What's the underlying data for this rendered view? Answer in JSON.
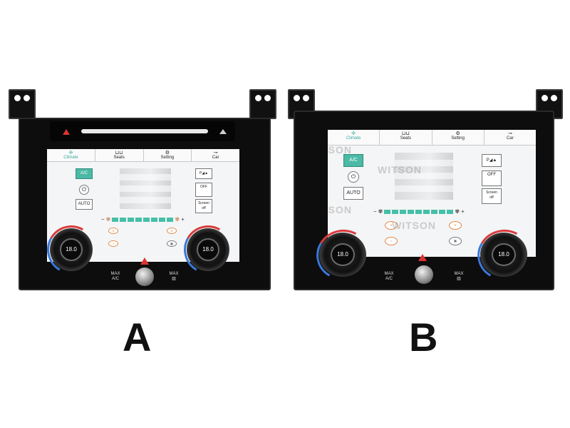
{
  "panels": [
    {
      "letter": "A",
      "tabs": [
        "Climate",
        "Seats",
        "Setting",
        "Car"
      ],
      "left_buttons": [
        "A/C",
        "⏻",
        "AUTO"
      ],
      "right_buttons": [
        "P◢▲",
        "OFF",
        "Screen\noff"
      ],
      "temp_left": "18.0",
      "temp_right": "18.0",
      "bottom_left": "MAX\nA/C",
      "bottom_right": "MAX\n▥",
      "fan_minus": "−",
      "fan_plus": "+"
    },
    {
      "letter": "B",
      "tabs": [
        "Climate",
        "Seats",
        "Setting",
        "Car"
      ],
      "left_buttons": [
        "A/C",
        "⏻",
        "AUTO"
      ],
      "right_buttons": [
        "P◢▲",
        "OFF",
        "Screen\noff"
      ],
      "temp_left": "18.0",
      "temp_right": "18.0",
      "bottom_left": "MAX\nA/C",
      "bottom_right": "MAX\n▥",
      "fan_minus": "−",
      "fan_plus": "+",
      "watermarks": [
        "WITSON",
        "WITSON",
        "WITSON",
        "WITSON"
      ]
    }
  ],
  "colors": {
    "accent": "#4bb9a6",
    "hazard": "#d33333",
    "ring_hot": "#d93b3b",
    "ring_cold": "#3a78d9"
  },
  "icons": [
    "hazard-icon",
    "fan-icon",
    "seat-heat-icon",
    "defrost-icon",
    "power-icon"
  ]
}
